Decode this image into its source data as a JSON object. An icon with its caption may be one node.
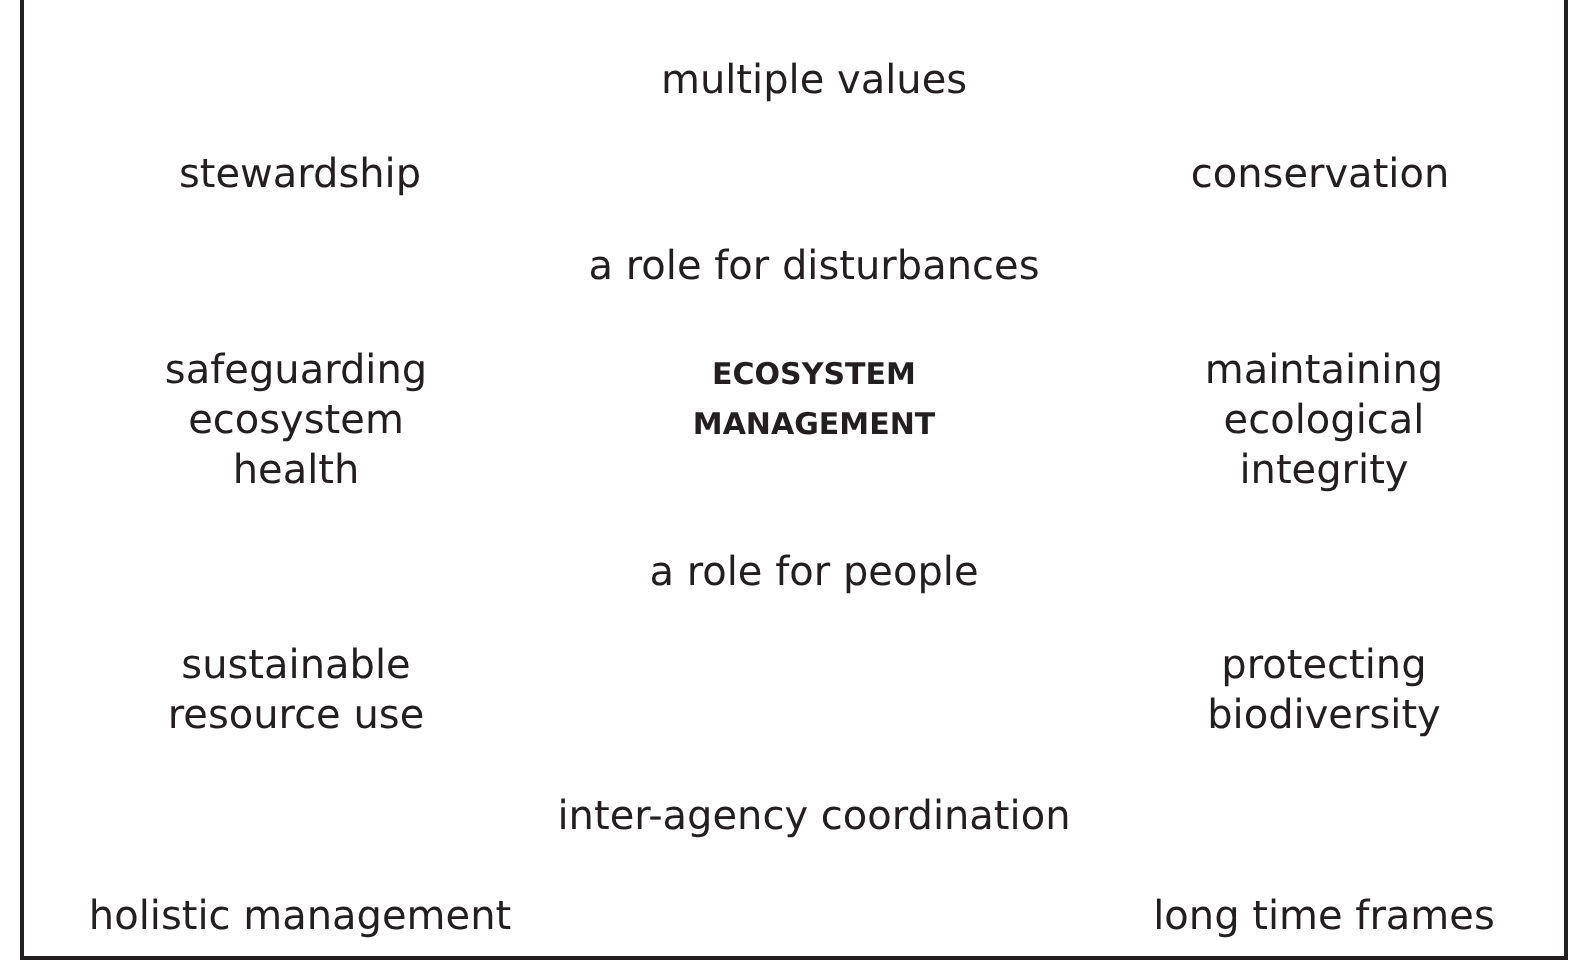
{
  "diagram": {
    "labels": [
      "multiple values",
      "stewardship",
      "conservation",
      "a role for disturbances",
      "safeguarding ecosystem health",
      "ECOSYSTEM MANAGEMENT",
      "maintaining ecological integrity",
      "a role for people",
      "sustainable resource use",
      "protecting biodiversity",
      "inter-agency coordination",
      "holistic management",
      "long time frames"
    ]
  }
}
